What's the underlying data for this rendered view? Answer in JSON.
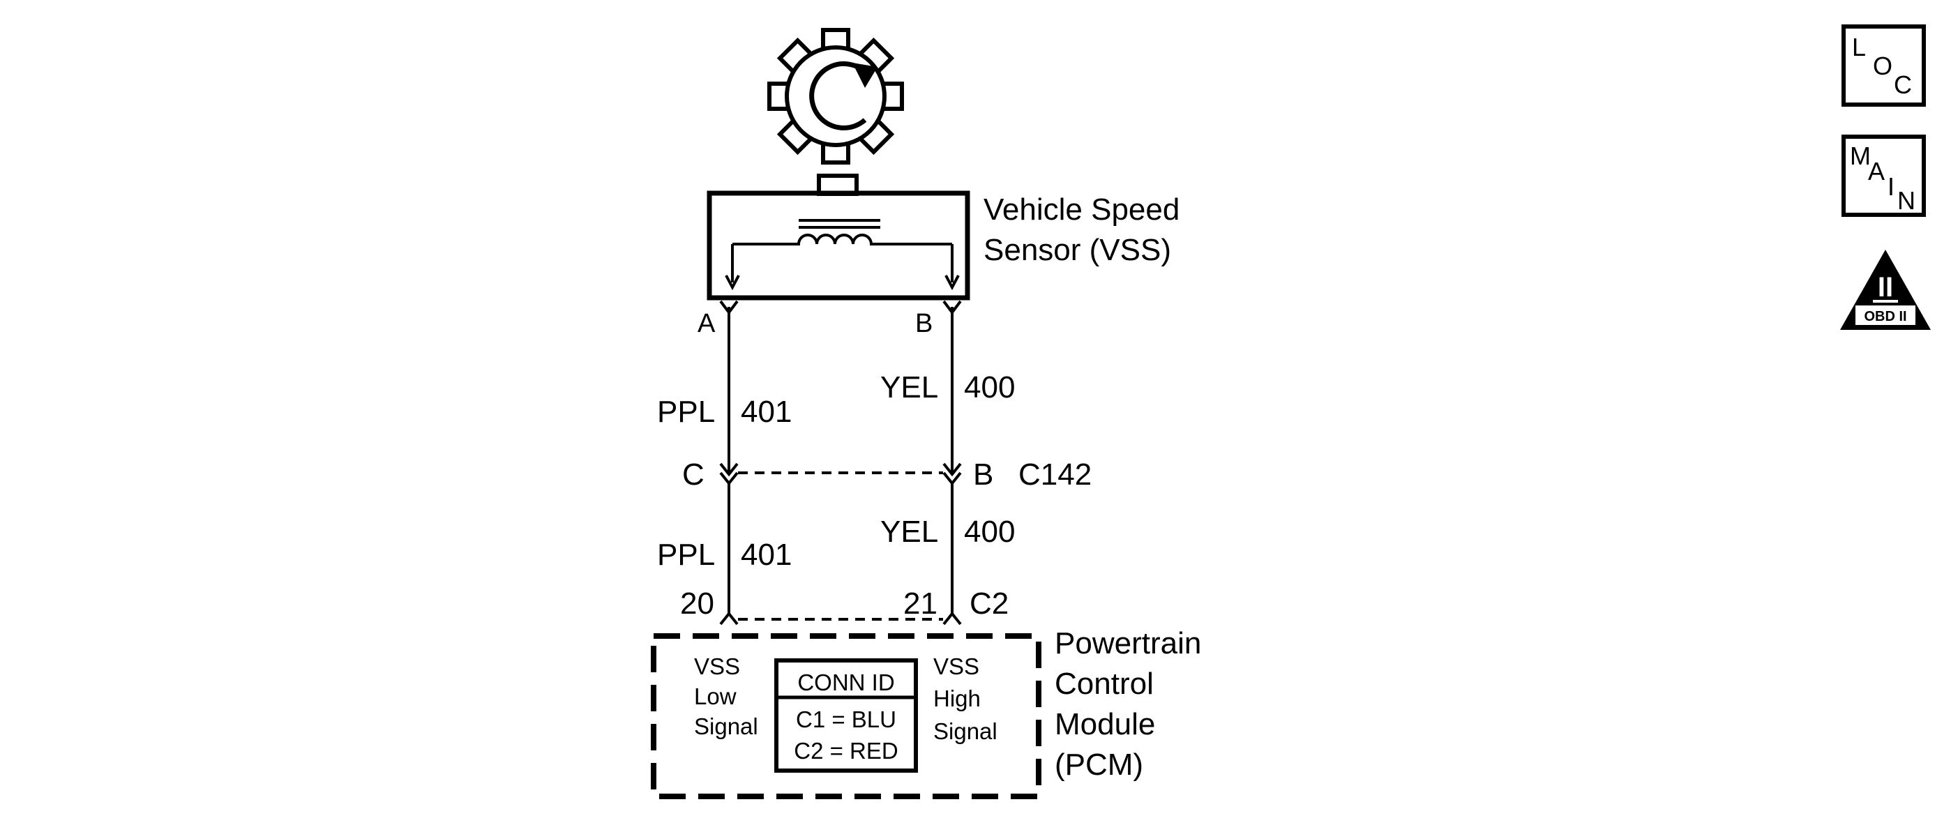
{
  "sensor": {
    "label_line1": "Vehicle Speed",
    "label_line2": "Sensor (VSS)",
    "terminal_a": "A",
    "terminal_b": "B"
  },
  "wires_upper": {
    "left_color": "PPL",
    "left_circuit": "401",
    "right_color": "YEL",
    "right_circuit": "400"
  },
  "connector_c142": {
    "left_terminal": "C",
    "right_terminal": "B",
    "name": "C142"
  },
  "wires_lower": {
    "left_color": "PPL",
    "left_circuit": "401",
    "right_color": "YEL",
    "right_circuit": "400"
  },
  "pcm_connector": {
    "left_pin": "20",
    "right_pin": "21",
    "name": "C2"
  },
  "pcm": {
    "label_line1": "Powertrain",
    "label_line2": "Control",
    "label_line3": "Module",
    "label_line4": "(PCM)",
    "left_signal_1": "VSS",
    "left_signal_2": "Low",
    "left_signal_3": "Signal",
    "right_signal_1": "VSS",
    "right_signal_2": "High",
    "right_signal_3": "Signal",
    "conn_id_header": "CONN ID",
    "conn_id_row1": "C1 = BLU",
    "conn_id_row2": "C2 = RED"
  },
  "nav": {
    "loc": [
      "L",
      "O",
      "C"
    ],
    "main": [
      "M",
      "A",
      "I",
      "N"
    ],
    "obd_numeral": "II",
    "obd_label": "OBD II"
  }
}
